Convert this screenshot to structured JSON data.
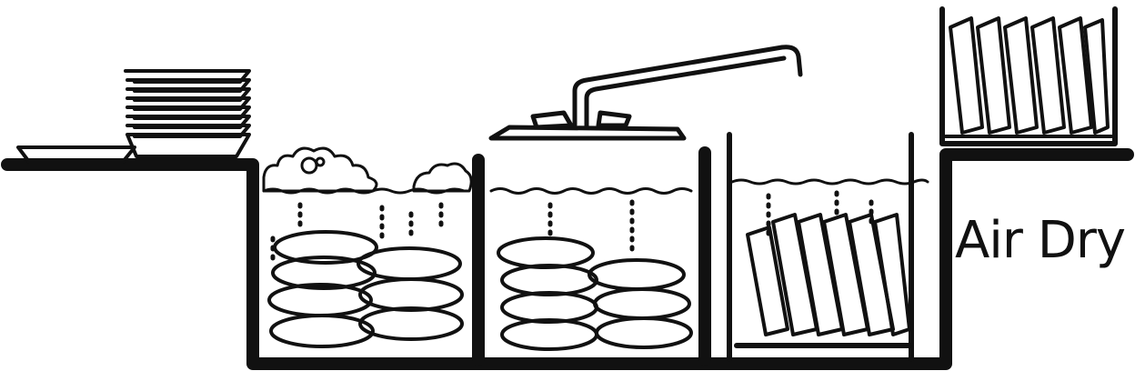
{
  "labels": {
    "air_dry": "Air Dry"
  },
  "colors": {
    "ink": "#111111",
    "paper": "#ffffff"
  },
  "sinks": [
    {
      "name": "wash-compartment",
      "contents": "suds-and-stacked-plates"
    },
    {
      "name": "rinse-compartment",
      "contents": "stacked-plates"
    },
    {
      "name": "sanitize-compartment",
      "contents": "plates-in-rack"
    }
  ]
}
